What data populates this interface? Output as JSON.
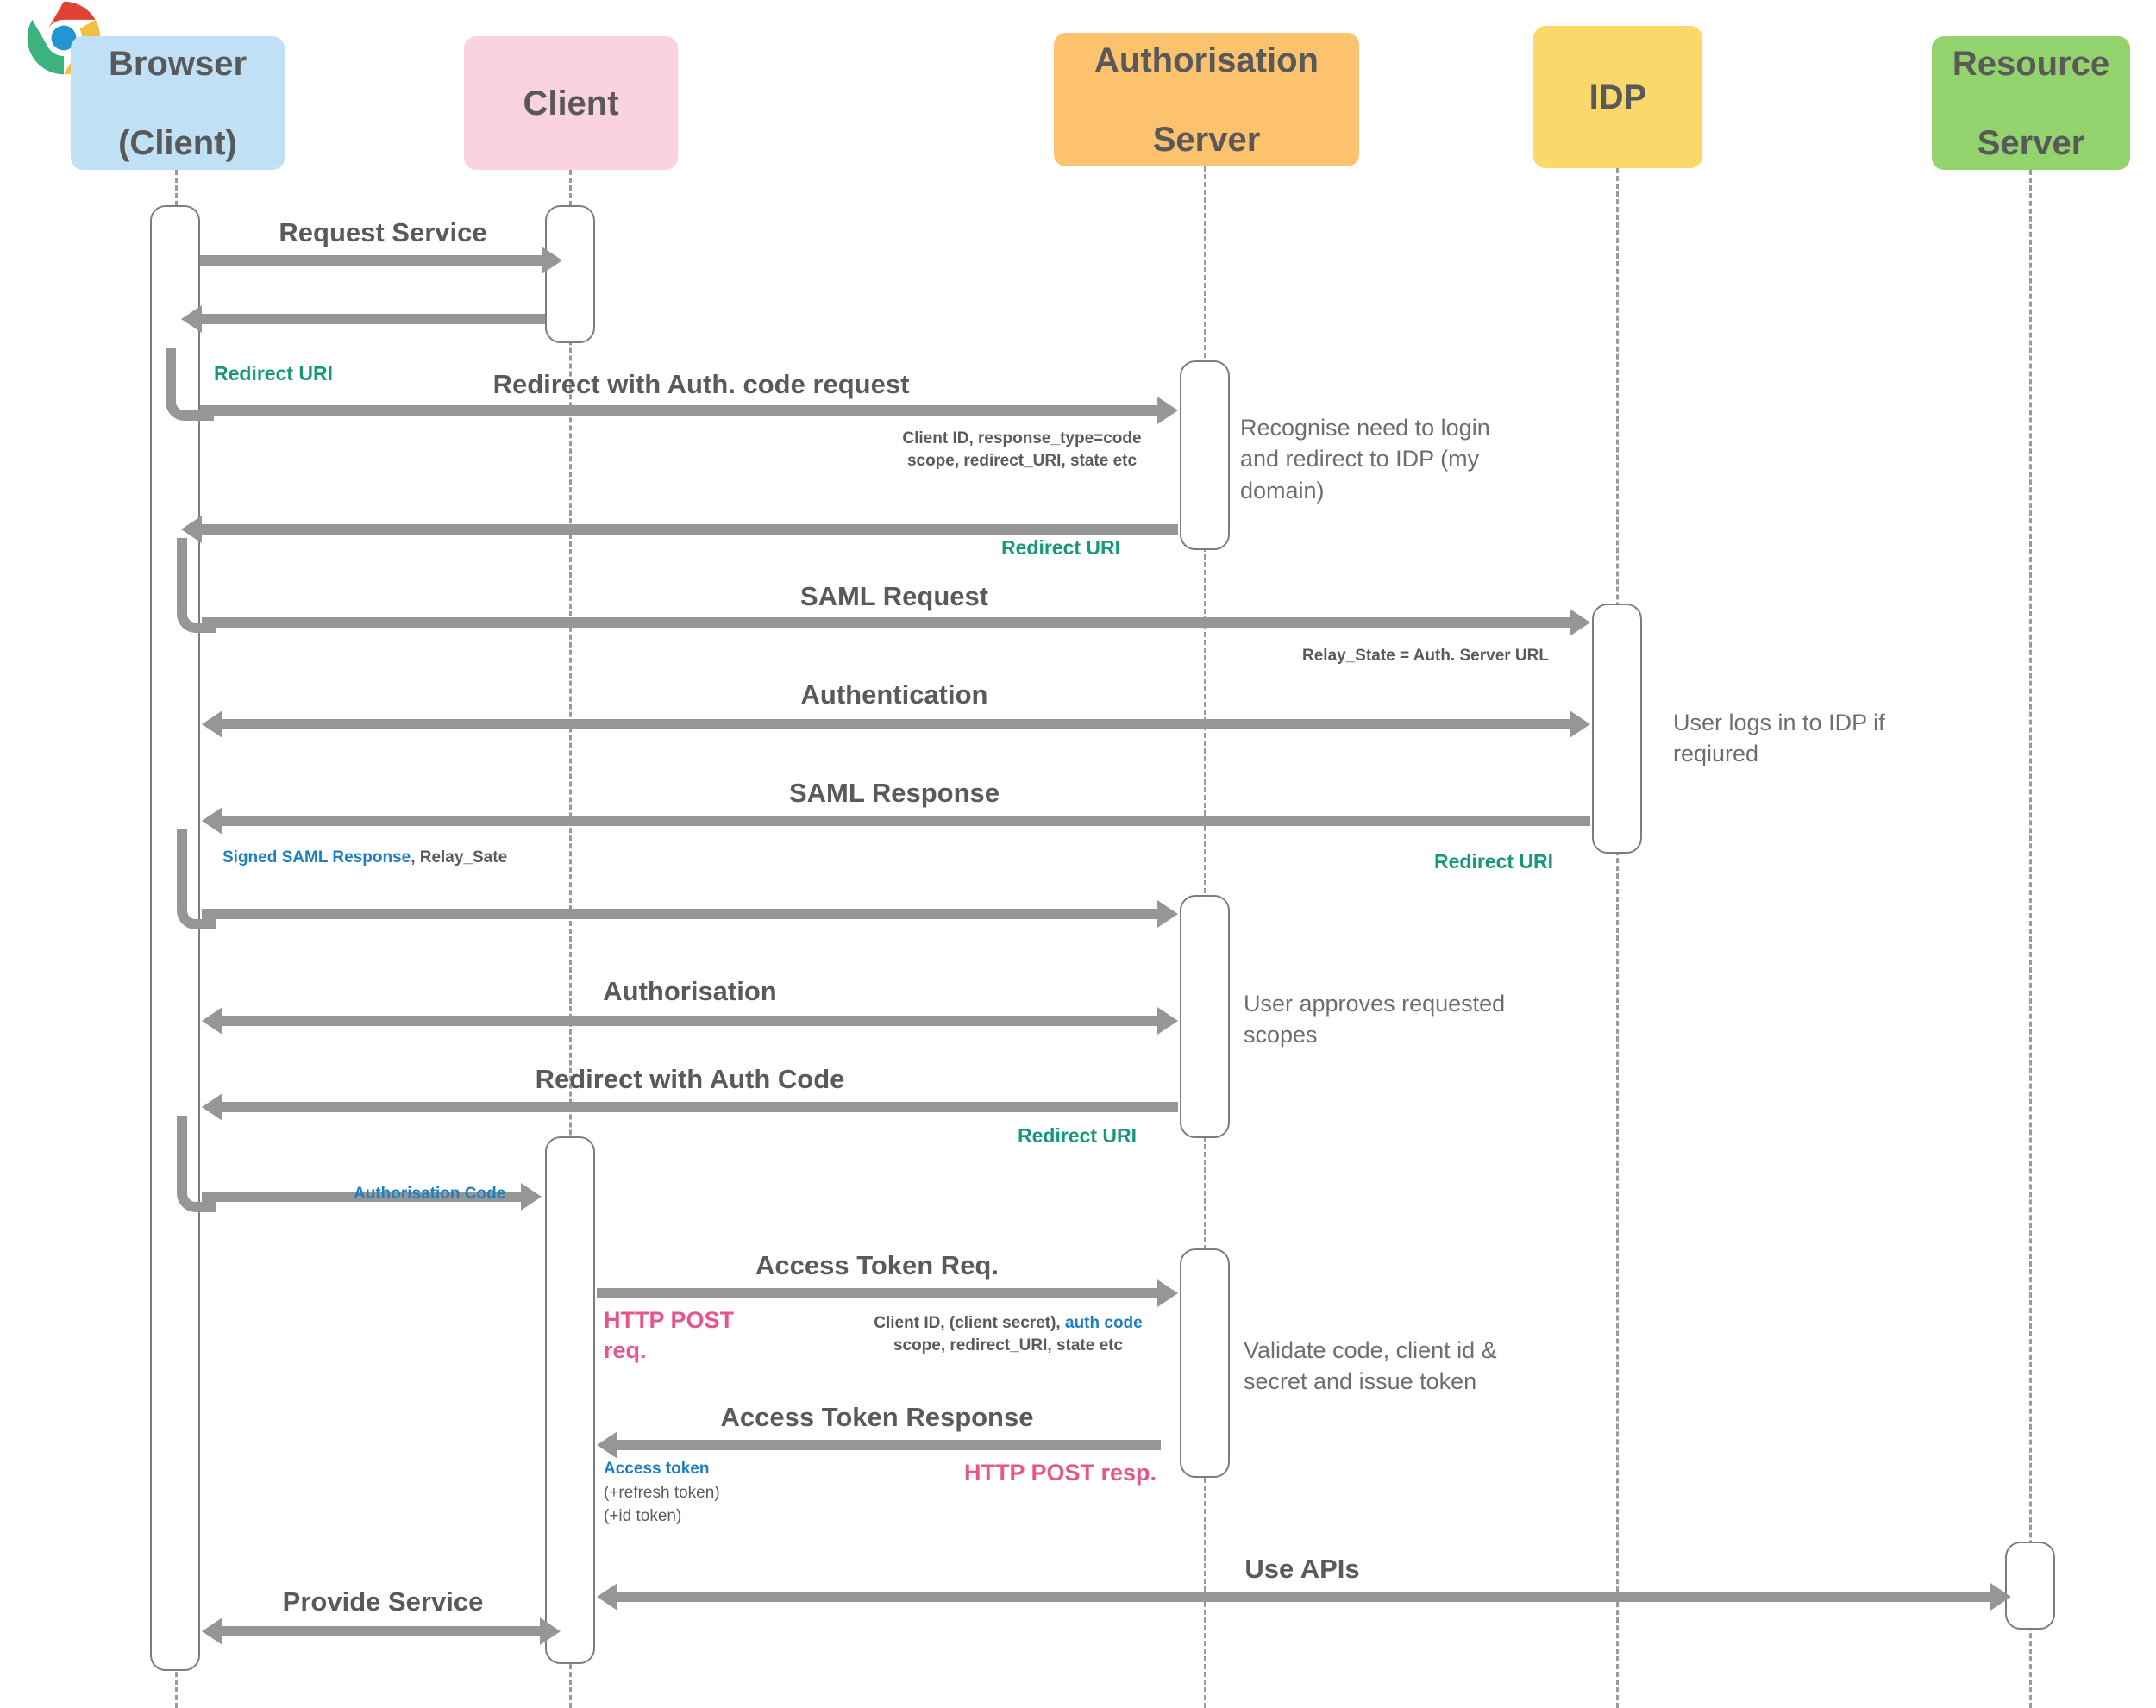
{
  "diagram": {
    "type": "sequence-diagram",
    "title": "OAuth 2.0 Authorisation Code flow with SAML federation"
  },
  "participants": [
    {
      "id": "browser",
      "label_line1": "Browser",
      "label_line2": "(Client)",
      "color": "#bfe0f5",
      "icon": "chrome-icon"
    },
    {
      "id": "client",
      "label_line1": "Client",
      "label_line2": "",
      "color": "#fad3de",
      "icon": ""
    },
    {
      "id": "authsrv",
      "label_line1": "Authorisation",
      "label_line2": "Server",
      "color": "#fcc26e",
      "icon": ""
    },
    {
      "id": "idp",
      "label_line1": "IDP",
      "label_line2": "",
      "color": "#fcd86b",
      "icon": ""
    },
    {
      "id": "ressrv",
      "label_line1": "Resource",
      "label_line2": "Server",
      "color": "#92d36e",
      "icon": ""
    }
  ],
  "messages": [
    {
      "id": "m1",
      "label": "Request Service"
    },
    {
      "id": "m2",
      "label": ""
    },
    {
      "id": "m3",
      "label": "Redirect with Auth. code request"
    },
    {
      "id": "m4",
      "label": ""
    },
    {
      "id": "m5",
      "label": "SAML Request"
    },
    {
      "id": "m6",
      "label": "Authentication"
    },
    {
      "id": "m7",
      "label": "SAML Response"
    },
    {
      "id": "m8",
      "label": ""
    },
    {
      "id": "m9",
      "label": "Authorisation"
    },
    {
      "id": "m10",
      "label": "Redirect with Auth Code"
    },
    {
      "id": "m11",
      "label": ""
    },
    {
      "id": "m12",
      "label": "Access Token Req."
    },
    {
      "id": "m13",
      "label": "Access Token Response"
    },
    {
      "id": "m14",
      "label": "Use APIs"
    },
    {
      "id": "m15",
      "label": "Provide Service"
    }
  ],
  "annotations": {
    "redirect_uri_1": "Redirect URI",
    "redirect_uri_2": "Redirect URI",
    "redirect_uri_3": "Redirect URI",
    "redirect_uri_4": "Redirect URI",
    "auth_params_line1": "Client ID, response_type=code",
    "auth_params_line2": "scope, redirect_URI, state etc",
    "relay_state": "Relay_State = Auth. Server URL",
    "signed_saml_blue": "Signed SAML Response",
    "signed_saml_grey": ", Relay_Sate",
    "authorisation_code": "Authorisation Code",
    "http_post_req_line1": "HTTP POST",
    "http_post_req_line2": "req.",
    "http_post_resp": "HTTP POST resp.",
    "token_params_prefix": "Client ID, (client secret),",
    "token_params_blue": "auth code",
    "token_params_line2": "scope, redirect_URI, state etc",
    "access_token_blue": "Access token",
    "access_token_line2": "(+refresh token)",
    "access_token_line3": "(+id token)"
  },
  "notes": [
    {
      "id": "note1",
      "line1": " Recognise need to login",
      "line2": "and redirect to IDP (my",
      "line3": "domain)"
    },
    {
      "id": "note2",
      "line1": "User logs in to IDP if",
      "line2": "reqiured",
      "line3": ""
    },
    {
      "id": "note3",
      "line1": "User approves requested",
      "line2": "scopes",
      "line3": ""
    },
    {
      "id": "note4",
      "line1": "Validate code, client id &",
      "line2": "secret and issue token",
      "line3": ""
    }
  ],
  "colors": {
    "arrow": "#969696",
    "lifeline": "#9a9a9a",
    "text": "#5a5a5a",
    "green": "#18987a",
    "blue": "#1e7fc0",
    "pink": "#e5578c",
    "note": "#6e6e6e"
  }
}
